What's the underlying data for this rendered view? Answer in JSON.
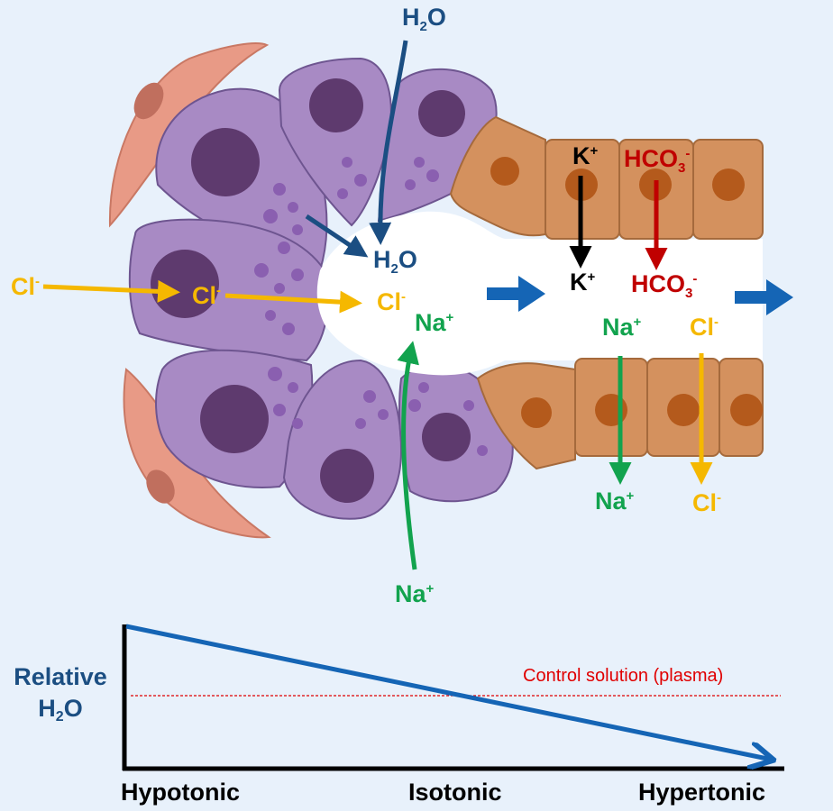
{
  "cell_labels": {
    "h2o_top": {
      "base": "H",
      "sub": "2",
      "after": "O"
    },
    "h2o_lumen": {
      "base": "H",
      "sub": "2",
      "after": "O"
    },
    "cl_outside": {
      "base": "Cl",
      "sup": "-"
    },
    "cl_cell": {
      "base": "Cl",
      "sup": "-"
    },
    "cl_lumen": {
      "base": "Cl",
      "sup": "-"
    },
    "na_lumen": {
      "base": "Na",
      "sup": "+"
    },
    "na_bottom": {
      "base": "Na",
      "sup": "+"
    },
    "k_top": {
      "base": "K",
      "sup": "+"
    },
    "k_lumen": {
      "base": "K",
      "sup": "+"
    },
    "hco3_top": {
      "base": "HCO",
      "sub": "3",
      "sup": "-"
    },
    "hco3_lumen": {
      "base": "HCO",
      "sub": "3",
      "sup": "-"
    },
    "na_duct": {
      "base": "Na",
      "sup": "+"
    },
    "na_duct_out": {
      "base": "Na",
      "sup": "+"
    },
    "cl_duct": {
      "base": "Cl",
      "sup": "-"
    },
    "cl_duct_out": {
      "base": "Cl",
      "sup": "-"
    }
  },
  "graph": {
    "y_label_line1": "Relative",
    "y_label_line2_base": "H",
    "y_label_line2_sub": "2",
    "y_label_line2_after": "O",
    "control_label": "Control solution (plasma)",
    "ticks": [
      "Hypotonic",
      "Isotonic",
      "Hypertonic"
    ]
  },
  "colors": {
    "water": "#1b4e82",
    "chloride": "#f5b800",
    "sodium": "#12a34e",
    "potassium": "#000000",
    "bicarbonate": "#c00000",
    "flow": "#1565b5",
    "acinar_cell": "#a88ac4",
    "duct_cell": "#d4915e",
    "myoepithelial": "#e89a86",
    "control_line": "#e00000"
  }
}
